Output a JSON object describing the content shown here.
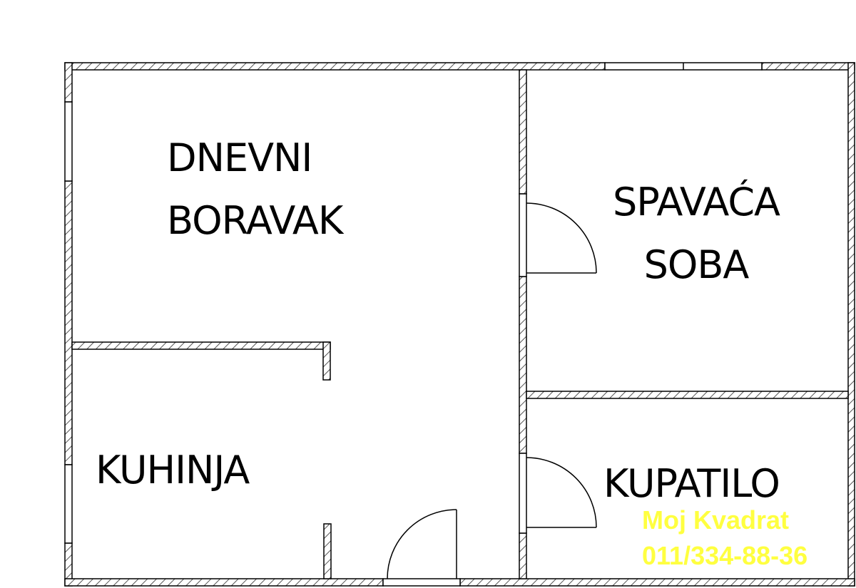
{
  "rooms": {
    "living_room": {
      "line1": "DNEVNI",
      "line2": "BORAVAK"
    },
    "bedroom": {
      "line1": "SPAVAĆA",
      "line2": "SOBA"
    },
    "kitchen": {
      "label": "KUHINJA"
    },
    "bathroom": {
      "label": "KUPATILO"
    }
  },
  "watermark": {
    "brand": "Moj Kvadrat",
    "phone": "011/334-88-36",
    "color": "#ffff40"
  },
  "colors": {
    "wall_outline": "#000000",
    "wall_hatch": "#555555",
    "background": "#ffffff"
  }
}
